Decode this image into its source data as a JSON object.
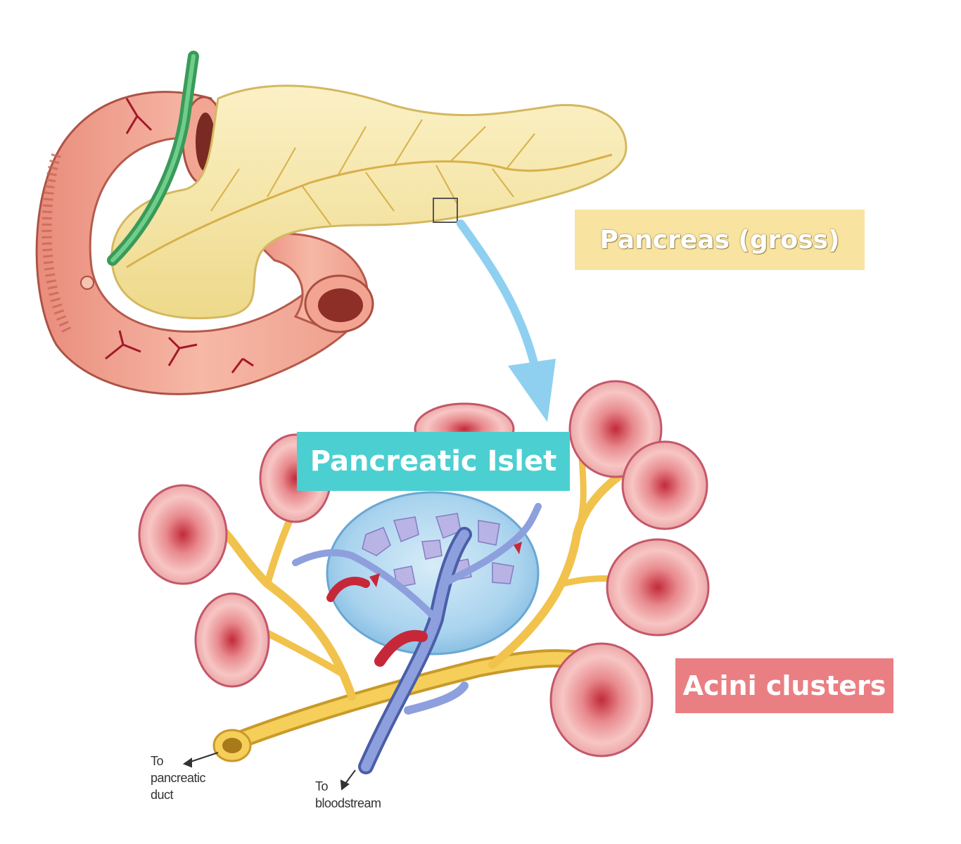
{
  "labels": {
    "pancreas_gross": "Pancreas (gross)",
    "pancreatic_islet": "Pancreatic Islet",
    "acini_clusters": "Acini clusters"
  },
  "annotations": {
    "duct": [
      "To",
      "pancreatic",
      "duct"
    ],
    "bloodstream": [
      "To",
      "bloodstream"
    ]
  },
  "colors": {
    "pancreas_label_bg": "#f9e3a1",
    "islet_label_bg": "#4ccfd1",
    "acini_label_bg": "#ea7f83",
    "pancreas_tissue": "#f6e7a8",
    "duodenum": "#f2a896",
    "islet": "#a9d6ee",
    "duct": "#f2c04a",
    "vein": "#7c8fd0",
    "artery": "#c6283a",
    "arrow": "#8fd0f0"
  }
}
